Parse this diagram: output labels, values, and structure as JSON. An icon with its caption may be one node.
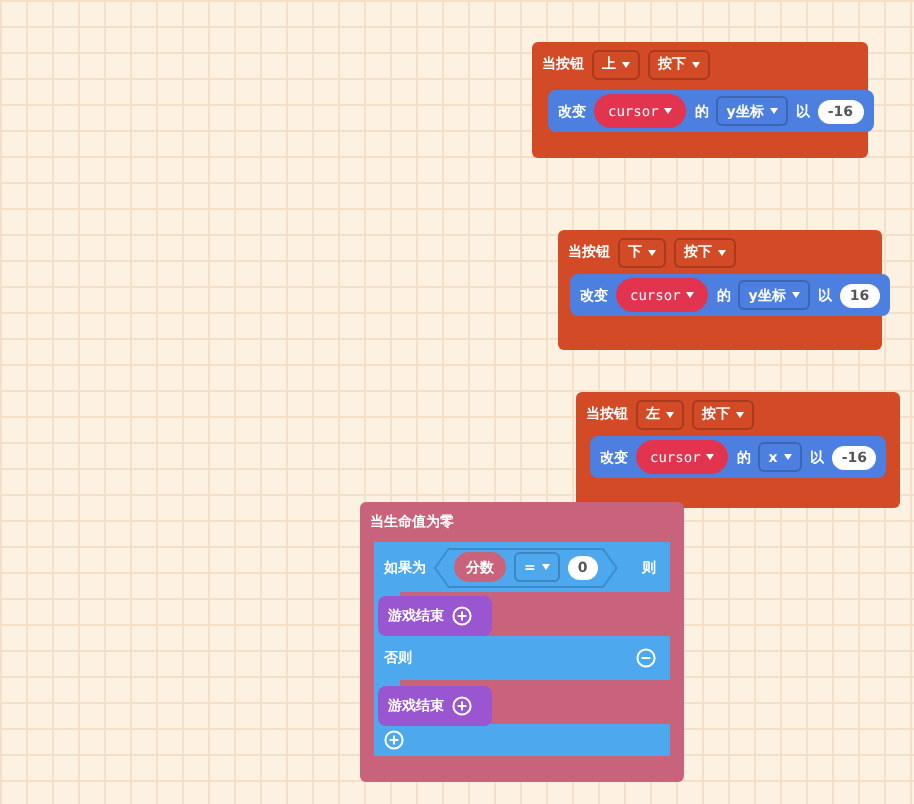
{
  "diagram": {
    "nodes": [
      {
        "text": [
          "当按钮"
        ]
      },
      {
        "text": [
          "上"
        ],
        "in": 0
      },
      {
        "text": [
          "按下"
        ],
        "in": 0
      },
      {
        "text": [
          "改变",
          "的",
          "以"
        ],
        "in": 0
      },
      {
        "text": [
          "cursor"
        ],
        "in": 3
      },
      {
        "text": [
          "y坐标"
        ],
        "in": 3
      },
      {
        "text": [
          "-16"
        ],
        "in": 3
      },
      {
        "text": [
          "当按钮"
        ]
      },
      {
        "text": [
          "下"
        ],
        "in": 7
      },
      {
        "text": [
          "按下"
        ],
        "in": 7
      },
      {
        "text": [
          "改变",
          "的",
          "以"
        ],
        "in": 7
      },
      {
        "text": [
          "cursor"
        ],
        "in": 10
      },
      {
        "text": [
          "y坐标"
        ],
        "in": 10
      },
      {
        "text": [
          "16"
        ],
        "in": 10
      },
      {
        "text": [
          "当按钮"
        ]
      },
      {
        "text": [
          "左"
        ],
        "in": 14
      },
      {
        "text": [
          "按下"
        ],
        "in": 14
      },
      {
        "text": [
          "改变",
          "的",
          "以"
        ],
        "in": 14
      },
      {
        "text": [
          "cursor"
        ],
        "in": 17
      },
      {
        "text": [
          "x"
        ],
        "in": 17
      },
      {
        "text": [
          "-16"
        ],
        "in": 17
      },
      {
        "text": [
          "当生命值为零"
        ]
      },
      {
        "text": [
          "如果为",
          "则",
          "否则"
        ],
        "in": 21
      },
      {
        "text": [],
        "shape": "hexagon",
        "in": 22
      },
      {
        "text": [
          "分数"
        ],
        "in": 23
      },
      {
        "text": [
          "="
        ],
        "in": 23
      },
      {
        "text": [
          "0"
        ],
        "in": 23
      },
      {
        "text": [
          "游戏结束"
        ],
        "in": 22
      },
      {
        "text": [
          "游戏结束"
        ],
        "in": 22
      }
    ]
  }
}
